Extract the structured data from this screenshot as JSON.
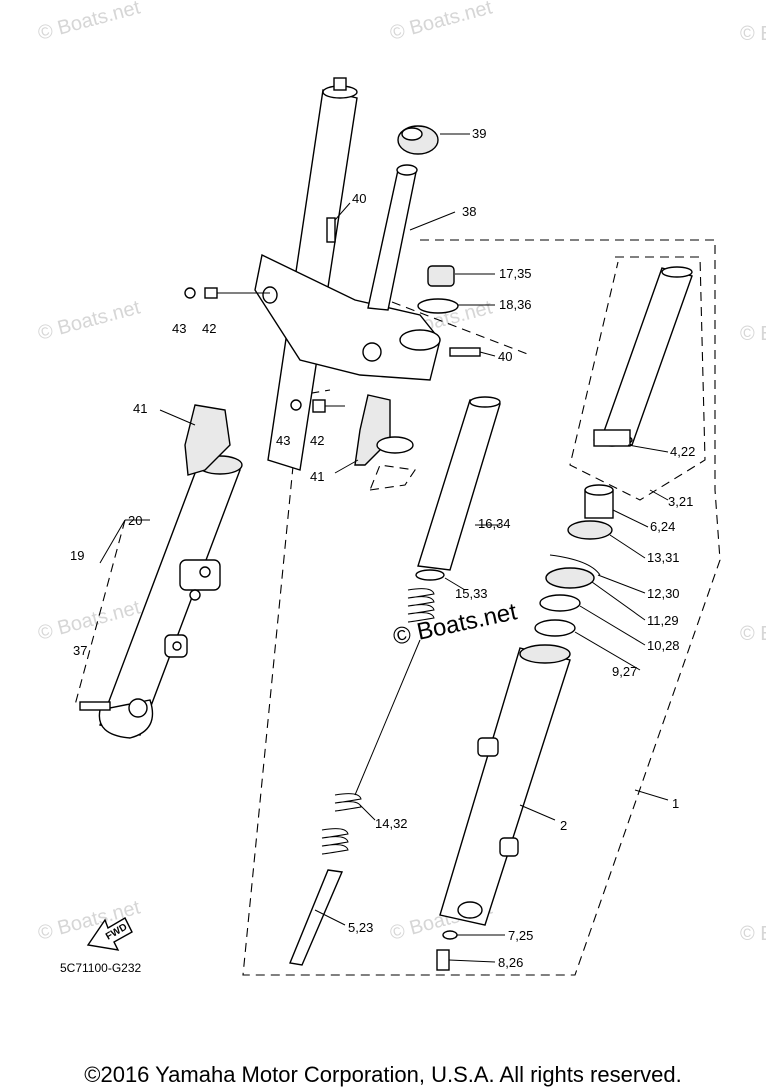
{
  "watermark": {
    "text": "© Boats.net",
    "center_text": "© Boats.net"
  },
  "diagram_code": "5C71100-G232",
  "fwd_label": "FWD",
  "copyright": "©2016 Yamaha Motor Corporation, U.S.A. All rights reserved.",
  "callouts": {
    "c39": "39",
    "c38": "38",
    "c40a": "40",
    "c40b": "40",
    "c1735": "17,35",
    "c1836": "18,36",
    "c43a": "43",
    "c42a": "42",
    "c43b": "43",
    "c42b": "42",
    "c41a": "41",
    "c41b": "41",
    "c422": "4,22",
    "c321": "3,21",
    "c624": "6,24",
    "c1331": "13,31",
    "c1634": "16,34",
    "c1230": "12,30",
    "c1533": "15,33",
    "c1129": "11,29",
    "c1028": "10,28",
    "c927": "9,27",
    "c20": "20",
    "c19": "19",
    "c37": "37",
    "c1": "1",
    "c2": "2",
    "c1432": "14,32",
    "c523": "5,23",
    "c725": "7,25",
    "c826": "8,26"
  }
}
